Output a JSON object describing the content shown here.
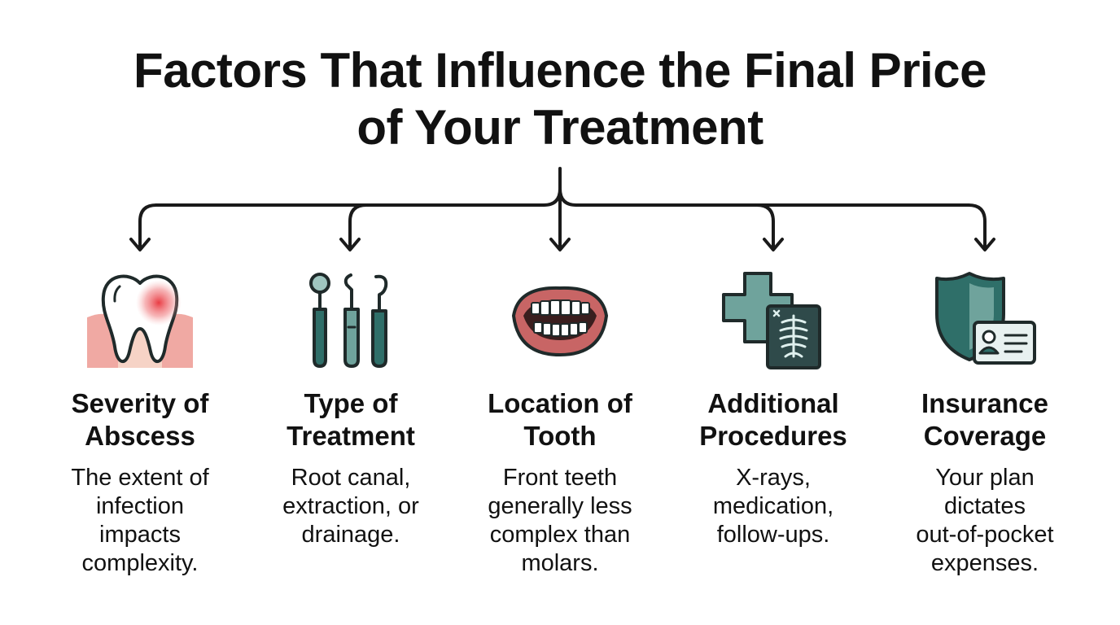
{
  "title": {
    "line1": "Factors That Influence the Final Price",
    "line2": "of Your Treatment"
  },
  "colors": {
    "accent": "#2f6f69",
    "accent_light": "#6fa39c",
    "outline": "#1f2a2a",
    "infection": "#e8323a",
    "gum": "#f3c7b8"
  },
  "factors": [
    {
      "icon": "abscessed-tooth-icon",
      "heading": [
        "Severity of",
        "Abscess"
      ],
      "description": [
        "The extent of",
        "infection",
        "impacts",
        "complexity."
      ]
    },
    {
      "icon": "dental-tools-icon",
      "heading": [
        "Type of",
        "Treatment"
      ],
      "description": [
        "Root canal,",
        "extraction, or",
        "drainage."
      ]
    },
    {
      "icon": "mouth-teeth-icon",
      "heading": [
        "Location of",
        "Tooth"
      ],
      "description": [
        "Front teeth",
        "generally less",
        "complex than",
        "molars."
      ]
    },
    {
      "icon": "medical-xray-icon",
      "heading": [
        "Additional",
        "Procedures"
      ],
      "description": [
        "X-rays,",
        "medication,",
        "follow-ups."
      ]
    },
    {
      "icon": "insurance-shield-card-icon",
      "heading": [
        "Insurance",
        "Coverage"
      ],
      "description": [
        "Your plan",
        "dictates",
        "out-of-pocket",
        "expenses."
      ]
    }
  ]
}
